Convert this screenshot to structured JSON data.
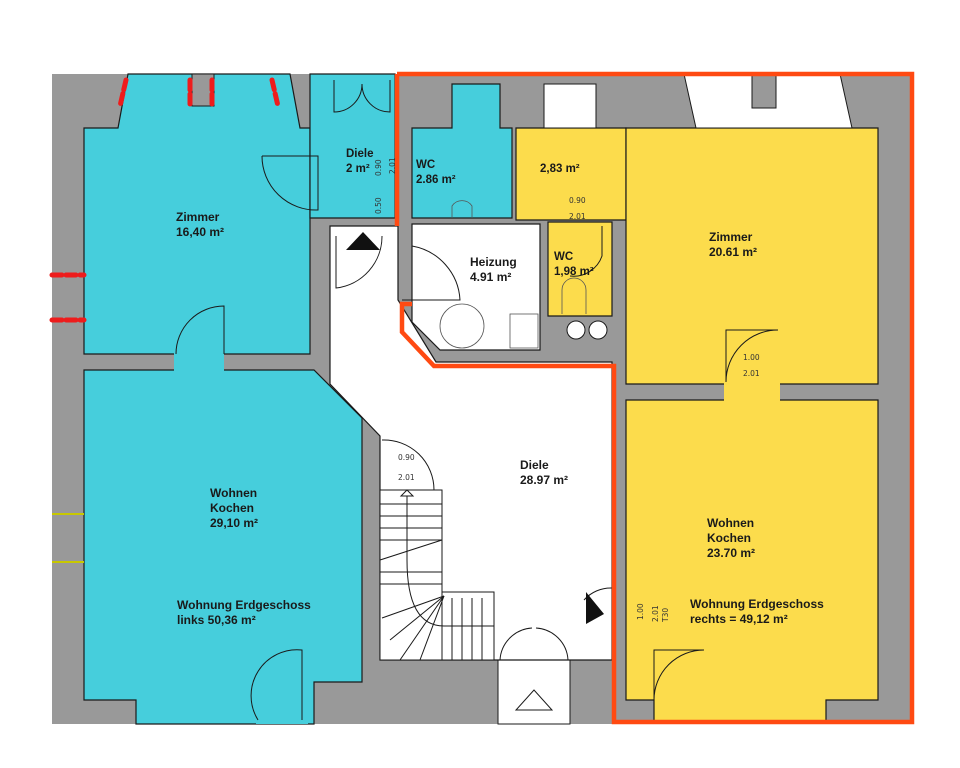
{
  "colors": {
    "wall": "#999999",
    "left_unit": "#46CEDC",
    "right_unit": "#FCDC4C",
    "boundary": "#FF4A12",
    "window_red": "#EE1C1C",
    "background": "#FFFFFF",
    "line": "#1A1A1A"
  },
  "units": {
    "left": {
      "title_line1": "Wohnung Erdgeschoss",
      "title_line2": "links 50,36 m²"
    },
    "right": {
      "title_line1": "Wohnung Erdgeschoss",
      "title_line2": "rechts = 49,12 m²"
    }
  },
  "rooms": {
    "left_zimmer": {
      "name": "Zimmer",
      "area": "16,40 m²"
    },
    "left_diele": {
      "name": "Diele",
      "area": "2 m²"
    },
    "left_wc": {
      "name": "WC",
      "area": "2.86 m²"
    },
    "left_wohnen": {
      "name1": "Wohnen",
      "name2": "Kochen",
      "area": "29,10 m²"
    },
    "heizung": {
      "name": "Heizung",
      "area": "4.91 m²"
    },
    "right_vorraum": {
      "area": "2,83 m²"
    },
    "right_wc": {
      "name": "WC",
      "area": "1,98 m²"
    },
    "right_zimmer": {
      "name": "Zimmer",
      "area": "20.61 m²"
    },
    "right_wohnen": {
      "name1": "Wohnen",
      "name2": "Kochen",
      "area": "23.70 m²"
    },
    "diele": {
      "name": "Diele",
      "area": "28.97 m²"
    }
  },
  "dimensions": {
    "left_diele_door_w": "0.90",
    "left_diele_door_h": "2.01",
    "left_diele_side": "0.50",
    "right_wc_door_w": "0.90",
    "right_wc_door_h": "2.01",
    "right_zimmer_door_w": "1.00",
    "right_zimmer_door_h": "2.01",
    "stair_door_w": "0.90",
    "stair_door_h": "2.01",
    "entry_door_w": "1.00",
    "entry_door_h": "2.01",
    "entry_door_rating": "T30"
  }
}
